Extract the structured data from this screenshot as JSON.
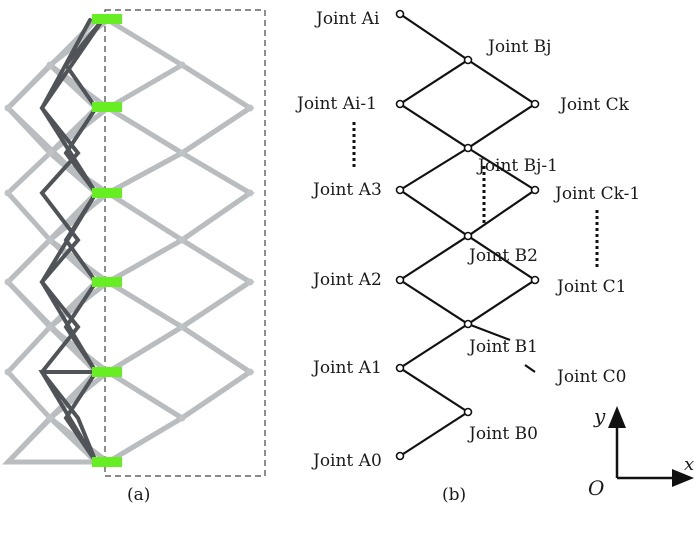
{
  "panel_a": {
    "caption": "(a)"
  },
  "panel_b": {
    "caption": "(b)",
    "joints": {
      "Ai": "Joint Ai",
      "Bj": "Joint Bj",
      "Ai_1": "Joint Ai-1",
      "Ck": "Joint Ck",
      "Bj_1": "Joint Bj-1",
      "A3": "Joint A3",
      "Ck_1": "Joint Ck-1",
      "B2": "Joint B2",
      "A2": "Joint A2",
      "C1": "Joint C1",
      "B1": "Joint B1",
      "A1": "Joint A1",
      "C0": "Joint C0",
      "B0": "Joint B0",
      "A0": "Joint A0"
    },
    "axes": {
      "y": "y",
      "x": "x",
      "origin": "O"
    }
  },
  "colors": {
    "gray_bar": "#b9bdc0",
    "dark_bar": "#505458",
    "green_joint": "#66ee22",
    "line": "#111111"
  }
}
